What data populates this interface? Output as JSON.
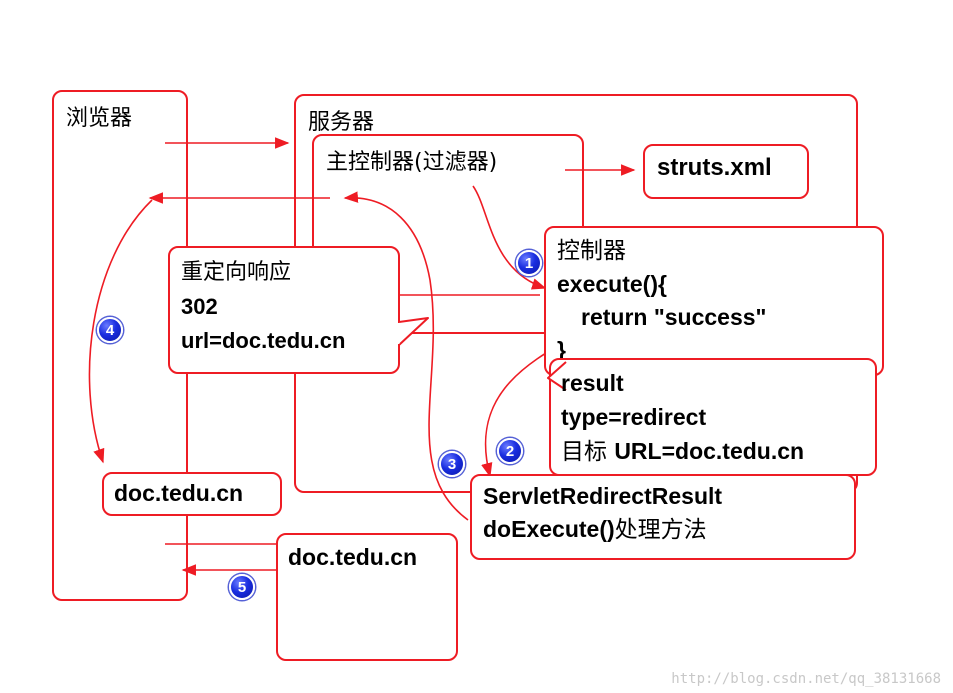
{
  "browser": {
    "title": "浏览器"
  },
  "server": {
    "title": "服务器"
  },
  "main_controller": {
    "title": "主控制器(过滤器)"
  },
  "struts_xml": {
    "label": "struts.xml"
  },
  "redirect_response": {
    "line1": "重定向响应",
    "line2": "302",
    "line3": "url=doc.tedu.cn"
  },
  "controller": {
    "line1": "控制器",
    "line2": "execute(){",
    "line3": "return \"success\"",
    "line4": "}"
  },
  "result": {
    "line1": "result",
    "line2": "type=redirect",
    "line3_prefix": "目标 ",
    "line3_value": "URL=doc.tedu.cn"
  },
  "servlet_redirect": {
    "line1": "ServletRedirectResult",
    "line2_code": "doExecute()",
    "line2_text": "处理方法"
  },
  "doc_browser": {
    "label": "doc.tedu.cn"
  },
  "doc_server": {
    "label": "doc.tedu.cn"
  },
  "steps": [
    "1",
    "2",
    "3",
    "4",
    "5"
  ],
  "watermark": "http://blog.csdn.net/qq_38131668",
  "colors": {
    "border": "#ee1c24",
    "arrow": "#ee1c24",
    "badge": "#1a2ee0"
  }
}
